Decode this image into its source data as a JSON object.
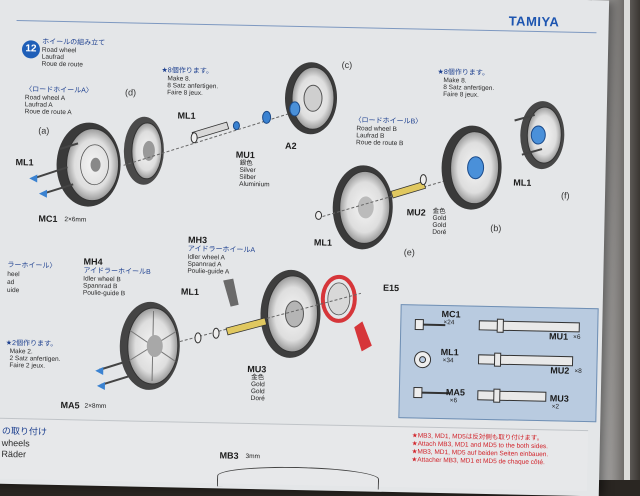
{
  "brand": "TAMIYA",
  "step": {
    "number": "12",
    "title_jp": "ホイールの組み立て",
    "title_en": "Road wheel",
    "title_de": "Laufrad",
    "title_fr": "Roue de route"
  },
  "road_wheel_a": {
    "title_jp": "〈ロードホイールA〉",
    "en": "Road wheel A",
    "de": "Laufrad A",
    "fr": "Roue de route A"
  },
  "make8_left": {
    "jp": "★8個作ります。",
    "en": "Make 8.",
    "de": "8 Satz anfertigen.",
    "fr": "Faire 8 jeux."
  },
  "make8_right": {
    "jp": "★8個作ります。",
    "en": "Make 8.",
    "de": "8 Satz anfertigen.",
    "fr": "Faire 8 jeux."
  },
  "road_wheel_b": {
    "title_jp": "〈ロードホイールB〉",
    "en": "Road wheel B",
    "de": "Laufrad B",
    "fr": "Roue de route B"
  },
  "labels": {
    "a": "(a)",
    "b": "(b)",
    "c": "(c)",
    "d": "(d)",
    "e": "(e)",
    "f": "(f)",
    "ml1": "ML1",
    "a2": "A2",
    "mu1": "MU1",
    "mu2": "MU2",
    "mu3": "MU3",
    "mc1": "MC1",
    "mc1_size": "2×6mm",
    "ma5": "MA5",
    "ma5_size": "2×8mm",
    "mh3": "MH3",
    "mh4": "MH4",
    "e15": "E15",
    "mb3": "MB3",
    "mb3_size": "3mm"
  },
  "mu1_colors": [
    "銀色",
    "Silver",
    "Silber",
    "Aluminium"
  ],
  "mu2_colors": [
    "金色",
    "Gold",
    "Gold",
    "Doré"
  ],
  "mu3_colors": [
    "金色",
    "Gold",
    "Gold",
    "Doré"
  ],
  "idler_a": {
    "jp": "アイドラーホイールA",
    "en": "Idler wheel A",
    "de": "Spannrad A",
    "fr": "Poulie-guide A"
  },
  "idler_b": {
    "jp": "アイドラーホイールB",
    "en": "Idler wheel B",
    "de": "Spannrad B",
    "fr": "Poulie-guide B"
  },
  "left_cut": {
    "jp": "ラーホイール〉",
    "l1": "heel",
    "l2": "ad",
    "l3": "uide"
  },
  "make2": {
    "jp": "★2個作ります。",
    "en": "Make 2.",
    "de": "2 Satz anfertigen.",
    "fr": "Faire 2 jeux."
  },
  "parts_box": {
    "mc1": "MC1",
    "mc1_qty": "×24",
    "ml1": "ML1",
    "ml1_qty": "×34",
    "ma5": "MA5",
    "ma5_qty": "×6",
    "mu1": "MU1",
    "mu1_qty": "×6",
    "mu2": "MU2",
    "mu2_qty": "×8",
    "mu3": "MU3",
    "mu3_qty": "×2"
  },
  "bottom": {
    "jp_title": "の取り付け",
    "l1": "wheels",
    "l2": "Räder",
    "note_jp": "★MB3, MD1, MD5は反対側も取り付けます。",
    "note_en": "★Attach MB3, MD1 and MD5 to the both sides.",
    "note_de": "★MB3, MD1, MD5 auf beiden Seiten einbauen.",
    "note_fr": "★Attacher MB3, MD1 et MD5 de chaque côté."
  }
}
